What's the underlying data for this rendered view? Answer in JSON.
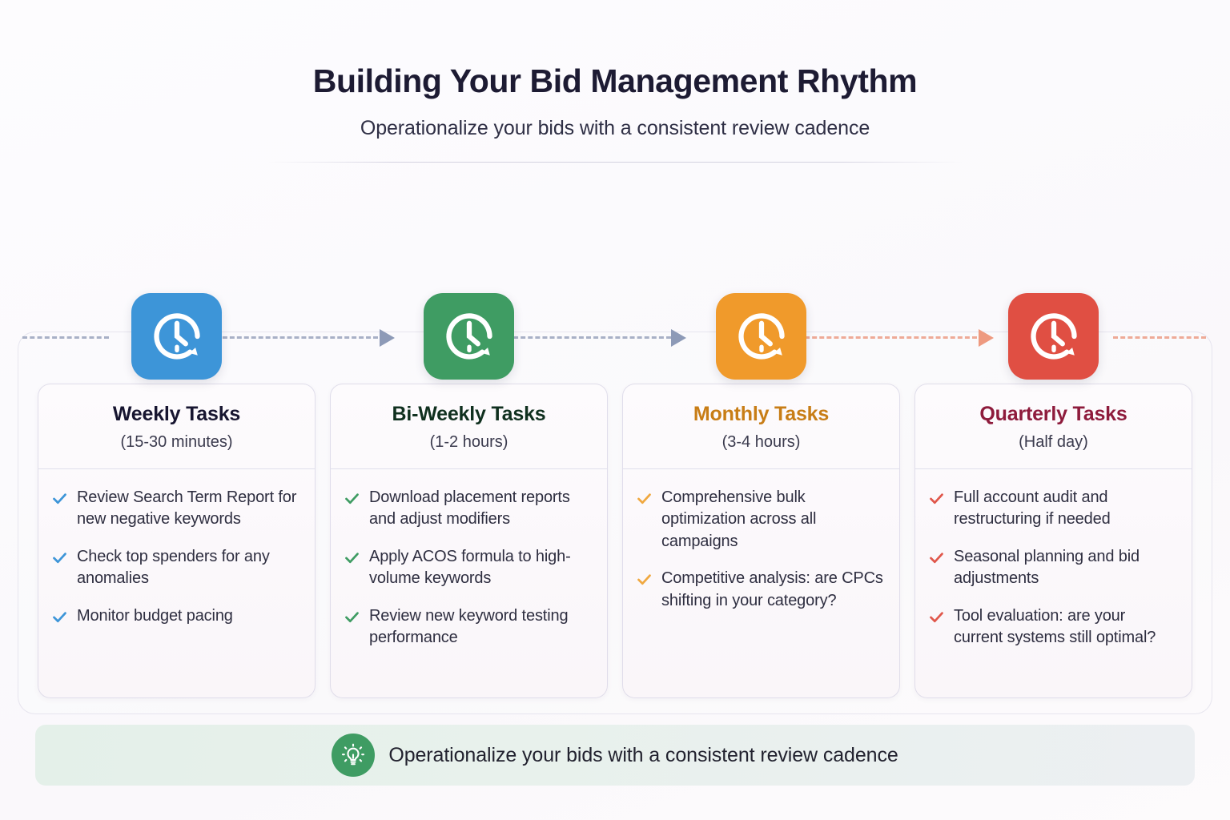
{
  "header": {
    "title": "Building Your Bid Management Rhythm",
    "subtitle": "Operationalize your bids with a consistent review cadence"
  },
  "colors": {
    "weekly": "#3d95d8",
    "biweekly": "#3f9c63",
    "monthly": "#f09a2b",
    "quarterly": "#e04f43",
    "weekly_title": "#171530",
    "biweekly_title": "#10301f",
    "monthly_title": "#c87d16",
    "quarterly_title": "#8e1b3c",
    "connector_cool": "#9aa4bd",
    "connector_warm": "#ec9d86"
  },
  "columns": [
    {
      "icon": "clock-icon",
      "title": "Weekly Tasks",
      "duration": "(15-30 minutes)",
      "tasks": [
        "Review Search Term Report for new negative keywords",
        "Check top spenders for any anomalies",
        "Monitor budget pacing"
      ]
    },
    {
      "icon": "clock-icon",
      "title": "Bi-Weekly Tasks",
      "duration": "(1-2 hours)",
      "tasks": [
        "Download placement reports and adjust modifiers",
        "Apply ACOS formula to high-volume keywords",
        "Review new keyword testing performance"
      ]
    },
    {
      "icon": "clock-icon",
      "title": "Monthly Tasks",
      "duration": "(3-4 hours)",
      "tasks": [
        "Comprehensive bulk optimization across all campaigns",
        "Competitive analysis: are CPCs shifting in your category?"
      ]
    },
    {
      "icon": "clock-icon",
      "title": "Quarterly Tasks",
      "duration": "(Half day)",
      "tasks": [
        "Full account audit and restructuring if needed",
        "Seasonal planning and bid adjustments",
        "Tool evaluation: are your current systems still optimal?"
      ]
    }
  ],
  "footer": {
    "icon": "lightbulb-icon",
    "text": "Operationalize your bids with a consistent review cadence"
  }
}
